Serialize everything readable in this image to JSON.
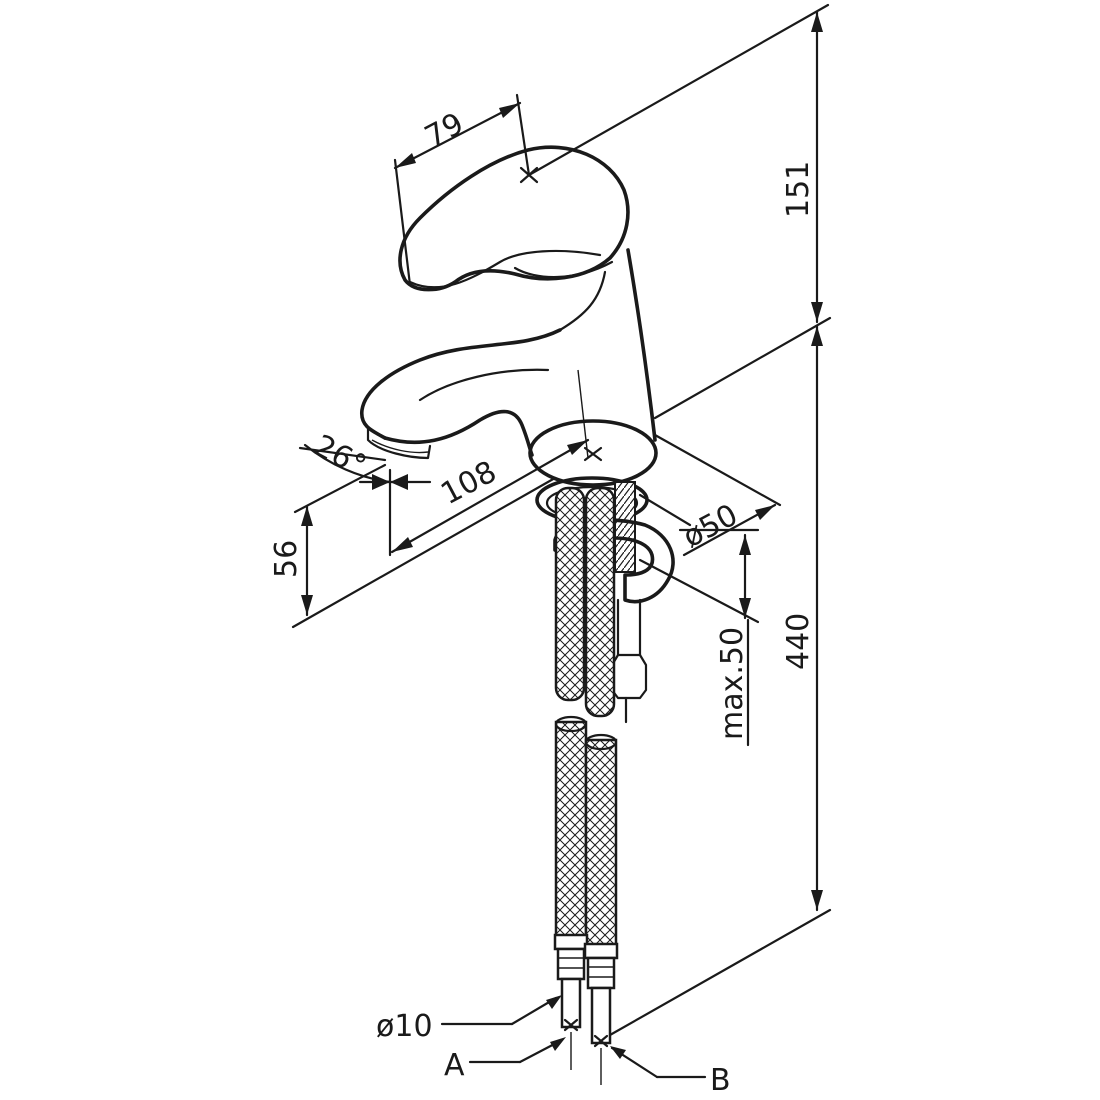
{
  "dimensions": {
    "handle_width": "79",
    "lever_height": "151",
    "body_to_hose_end": "440",
    "spout_angle": "26°",
    "spout_reach": "108",
    "spout_height": "56",
    "base_diameter": "ø50",
    "max_thickness": "max.50",
    "hose_diameter": "ø10"
  },
  "callouts": {
    "inlet_a": "A",
    "inlet_b": "B"
  }
}
